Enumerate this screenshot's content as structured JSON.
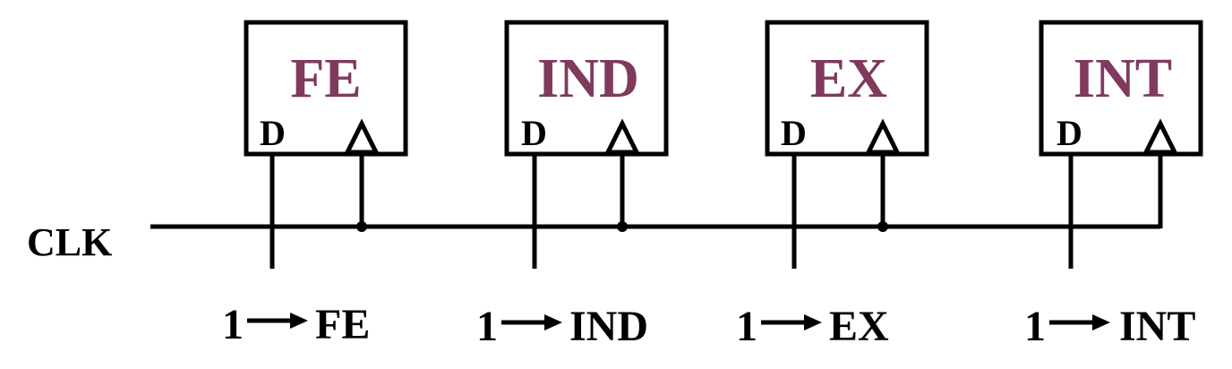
{
  "clock_label": "CLK",
  "name_color": "#7f3a5e",
  "registers": [
    {
      "name": "FE",
      "pin": "D",
      "input_value": "1",
      "input_target": "FE"
    },
    {
      "name": "IND",
      "pin": "D",
      "input_value": "1",
      "input_target": "IND"
    },
    {
      "name": "EX",
      "pin": "D",
      "input_value": "1",
      "input_target": "EX"
    },
    {
      "name": "INT",
      "pin": "D",
      "input_value": "1",
      "input_target": "INT"
    }
  ]
}
